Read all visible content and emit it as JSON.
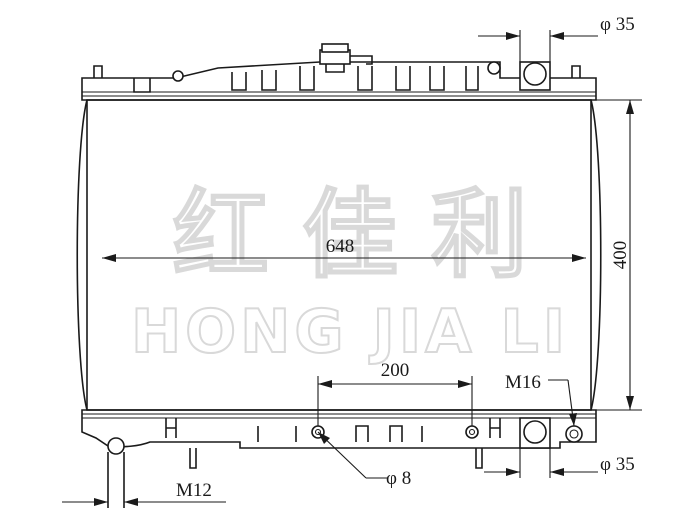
{
  "watermark": {
    "chinese": "红 佳 利",
    "english": "HONG JIA LI"
  },
  "dimensions": {
    "width": "648",
    "height": "400",
    "spacing": "200",
    "inlet_top": "φ 35",
    "outlet_bottom": "φ 35",
    "hole": "φ 8",
    "thread_right": "M16",
    "thread_left": "M12"
  }
}
